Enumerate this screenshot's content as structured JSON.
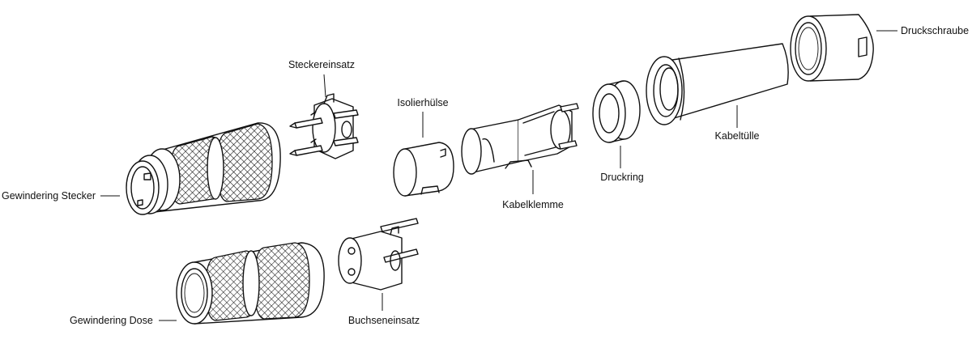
{
  "labels": {
    "steckereinsatz": "Steckereinsatz",
    "isolierhuelse": "Isolierhülse",
    "kabelklemme": "Kabelklemme",
    "druckring": "Druckring",
    "kabeltuelle": "Kabeltülle",
    "druckschraube": "Druckschraube",
    "gewindering_stecker": "Gewindering Stecker",
    "gewindering_dose": "Gewindering Dose",
    "buchseneinsatz": "Buchseneinsatz"
  },
  "colors": {
    "line": "#111111",
    "background": "#ffffff"
  }
}
